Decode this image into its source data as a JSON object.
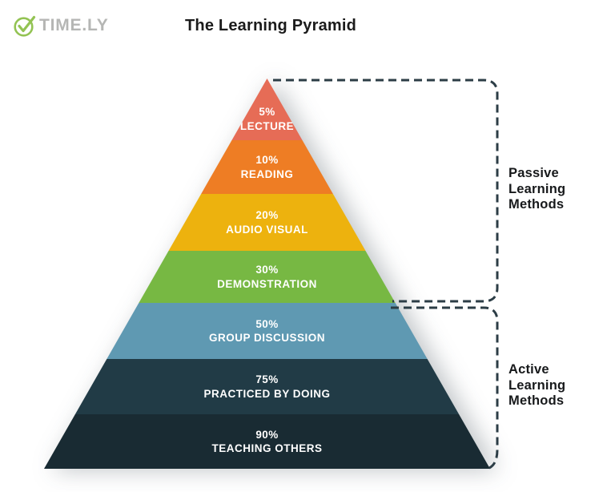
{
  "logo": {
    "text": "TIME.LY",
    "icon": "check-circle",
    "icon_color": "#93C353",
    "text_color": "#B5B6B4"
  },
  "title": "The Learning Pyramid",
  "chart_data": {
    "type": "pyramid",
    "title": "The Learning Pyramid",
    "levels": [
      {
        "value": 5,
        "percent": "5%",
        "label": "LECTURE",
        "color": "#E66C56",
        "group": "Passive Learning Methods"
      },
      {
        "value": 10,
        "percent": "10%",
        "label": "READING",
        "color": "#EE7D24",
        "group": "Passive Learning Methods"
      },
      {
        "value": 20,
        "percent": "20%",
        "label": "AUDIO VISUAL",
        "color": "#EDB20E",
        "group": "Passive Learning Methods"
      },
      {
        "value": 30,
        "percent": "30%",
        "label": "DEMONSTRATION",
        "color": "#77B843",
        "group": "Passive Learning Methods"
      },
      {
        "value": 50,
        "percent": "50%",
        "label": "GROUP DISCUSSION",
        "color": "#5F99B2",
        "group": "Active Learning Methods"
      },
      {
        "value": 75,
        "percent": "75%",
        "label": "PRACTICED BY DOING",
        "color": "#213B46",
        "group": "Active Learning Methods"
      },
      {
        "value": 90,
        "percent": "90%",
        "label": "TEACHING OTHERS",
        "color": "#192B33",
        "group": "Active Learning Methods"
      }
    ],
    "groups": [
      {
        "name": "passive",
        "lines": [
          "Passive",
          "Learning",
          "Methods"
        ]
      },
      {
        "name": "active",
        "lines": [
          "Active",
          "Learning",
          "Methods"
        ]
      }
    ],
    "bracket_color": "#2C3D46",
    "level_text_color": "#FFFFFF",
    "legend_position": "right"
  }
}
